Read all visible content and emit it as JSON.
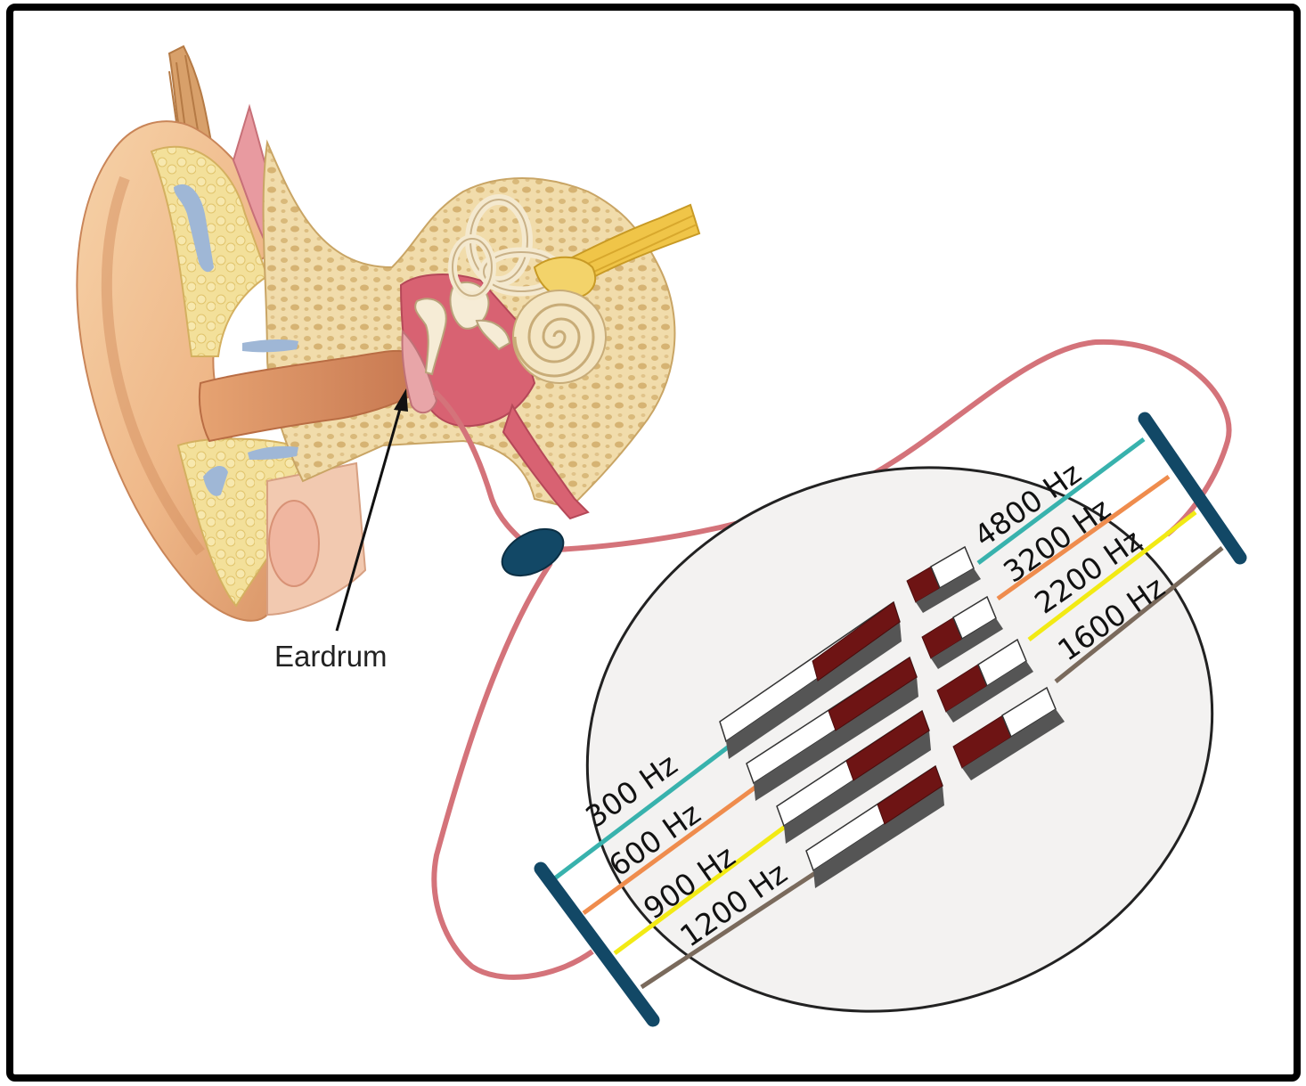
{
  "labels": {
    "eardrum": "Eardrum"
  },
  "frequencies": {
    "low": [
      "300 Hz",
      "600 Hz",
      "900 Hz",
      "1200 Hz"
    ],
    "high": [
      "4800 Hz",
      "3200 Hz",
      "2200 Hz",
      "1600 Hz"
    ]
  },
  "colors": {
    "frame": "#000000",
    "cable": "#d4737a",
    "bar": "#124866",
    "lines": [
      "#38b2ad",
      "#ef8c4d",
      "#f2ea14",
      "#7a6a5c"
    ],
    "magnet": "#6e1414",
    "oval_fill": "#f3f2f1"
  }
}
